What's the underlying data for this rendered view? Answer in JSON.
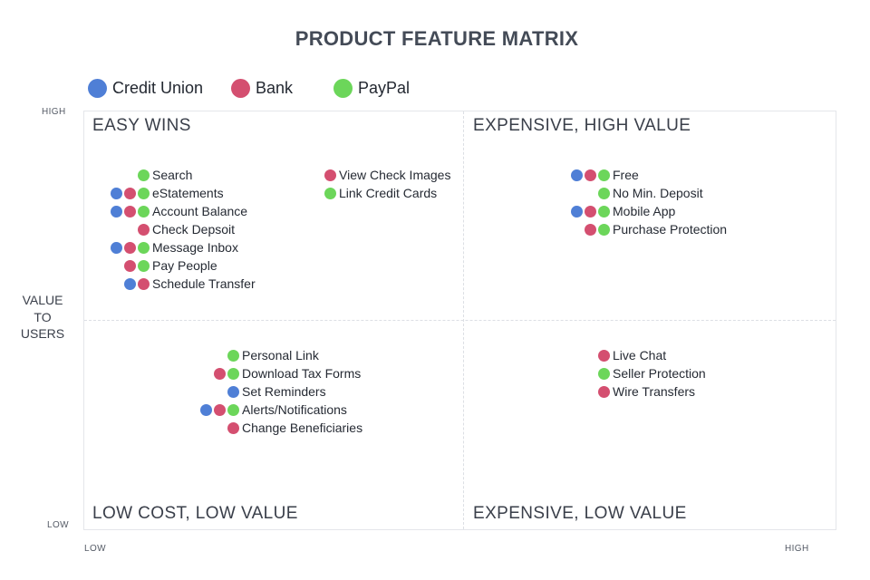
{
  "title": "PRODUCT FEATURE MATRIX",
  "colors": {
    "credit_union": "#4f7fd6",
    "bank": "#d44f70",
    "paypal": "#6cd65a"
  },
  "legend": [
    {
      "key": "credit_union",
      "label": "Credit Union"
    },
    {
      "key": "bank",
      "label": "Bank"
    },
    {
      "key": "paypal",
      "label": "PayPal"
    }
  ],
  "quadrants": {
    "top_left": "EASY WINS",
    "top_right": "EXPENSIVE, HIGH VALUE",
    "bottom_left": "LOW COST, LOW VALUE",
    "bottom_right": "EXPENSIVE, LOW VALUE"
  },
  "axis": {
    "y_high": "HIGH",
    "y_low": "LOW",
    "y_title_lines": [
      "VALUE",
      "TO",
      "USERS"
    ],
    "x_low": "LOW",
    "x_high": "HIGH"
  },
  "groups": {
    "easy_wins_a": [
      {
        "label": "Search",
        "providers": [
          "paypal"
        ]
      },
      {
        "label": "eStatements",
        "providers": [
          "credit_union",
          "bank",
          "paypal"
        ]
      },
      {
        "label": "Account Balance",
        "providers": [
          "credit_union",
          "bank",
          "paypal"
        ]
      },
      {
        "label": "Check Depsoit",
        "providers": [
          "bank"
        ]
      },
      {
        "label": "Message Inbox",
        "providers": [
          "credit_union",
          "bank",
          "paypal"
        ]
      },
      {
        "label": "Pay People",
        "providers": [
          "bank",
          "paypal"
        ]
      },
      {
        "label": "Schedule Transfer",
        "providers": [
          "credit_union",
          "bank"
        ]
      }
    ],
    "easy_wins_b": [
      {
        "label": "View Check Images",
        "providers": [
          "bank"
        ]
      },
      {
        "label": "Link Credit Cards",
        "providers": [
          "paypal"
        ]
      }
    ],
    "expensive_high_value": [
      {
        "label": "Free",
        "providers": [
          "credit_union",
          "bank",
          "paypal"
        ]
      },
      {
        "label": "No Min. Deposit",
        "providers": [
          "paypal"
        ]
      },
      {
        "label": "Mobile App",
        "providers": [
          "credit_union",
          "bank",
          "paypal"
        ]
      },
      {
        "label": "Purchase Protection",
        "providers": [
          "bank",
          "paypal"
        ]
      }
    ],
    "low_cost_low_value": [
      {
        "label": "Personal Link",
        "providers": [
          "paypal"
        ]
      },
      {
        "label": "Download Tax Forms",
        "providers": [
          "bank",
          "paypal"
        ]
      },
      {
        "label": "Set Reminders",
        "providers": [
          "credit_union"
        ]
      },
      {
        "label": "Alerts/Notifications",
        "providers": [
          "credit_union",
          "bank",
          "paypal"
        ]
      },
      {
        "label": "Change Beneficiaries",
        "providers": [
          "bank"
        ]
      }
    ],
    "expensive_low_value": [
      {
        "label": "Live Chat",
        "providers": [
          "bank"
        ]
      },
      {
        "label": "Seller Protection",
        "providers": [
          "paypal"
        ]
      },
      {
        "label": "Wire Transfers",
        "providers": [
          "bank"
        ]
      }
    ]
  }
}
